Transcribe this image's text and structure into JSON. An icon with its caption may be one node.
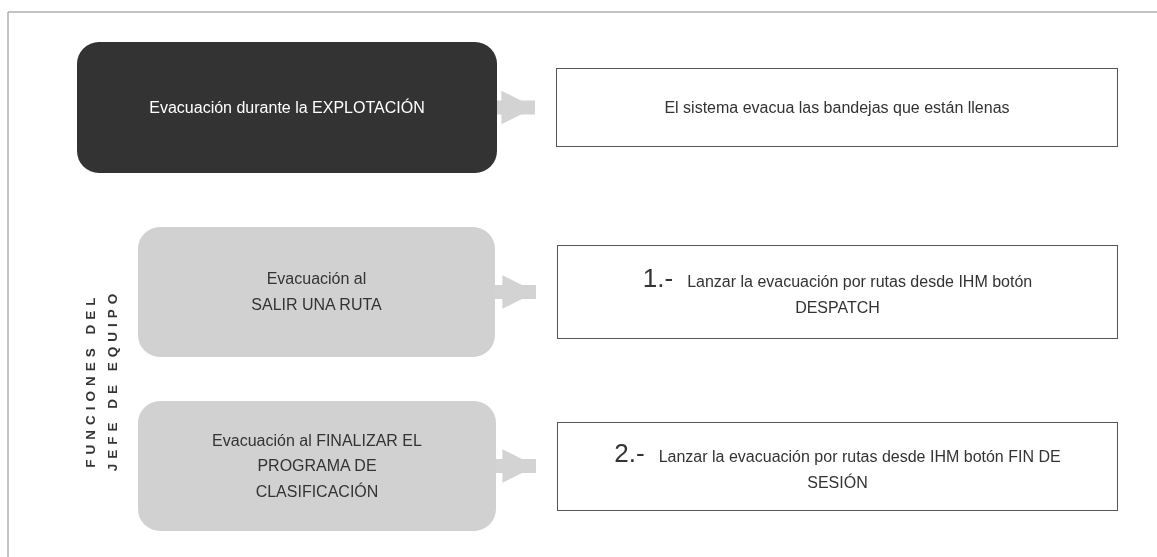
{
  "diagram": {
    "nodes": [
      {
        "text": [
          "Evacuación durante la EXPLOTACIÓN"
        ]
      },
      {
        "text": [
          "El sistema evacua las bandejas que están llenas"
        ]
      },
      {
        "text": [
          "Evacuación al SALIR UNA RUTA"
        ]
      },
      {
        "text": [
          "1.-",
          "Lanzar la evacuación por rutas desde IHM botón DESPATCH"
        ]
      },
      {
        "text": [
          "Evacuación al FINALIZAR EL PROGRAMA DE CLASIFICACIÓN"
        ]
      },
      {
        "text": [
          "2.-",
          "Lanzar la evacuación por rutas desde IHM  botón FIN DE SESIÓN"
        ]
      }
    ],
    "edges": [
      {
        "from": 0,
        "to": 1,
        "arrow": "to"
      },
      {
        "from": 2,
        "to": 3,
        "arrow": "to"
      },
      {
        "from": 4,
        "to": 5,
        "arrow": "to"
      }
    ],
    "labels": [
      "FUNCIONES DEL JEFE DE EQUIPO"
    ]
  }
}
